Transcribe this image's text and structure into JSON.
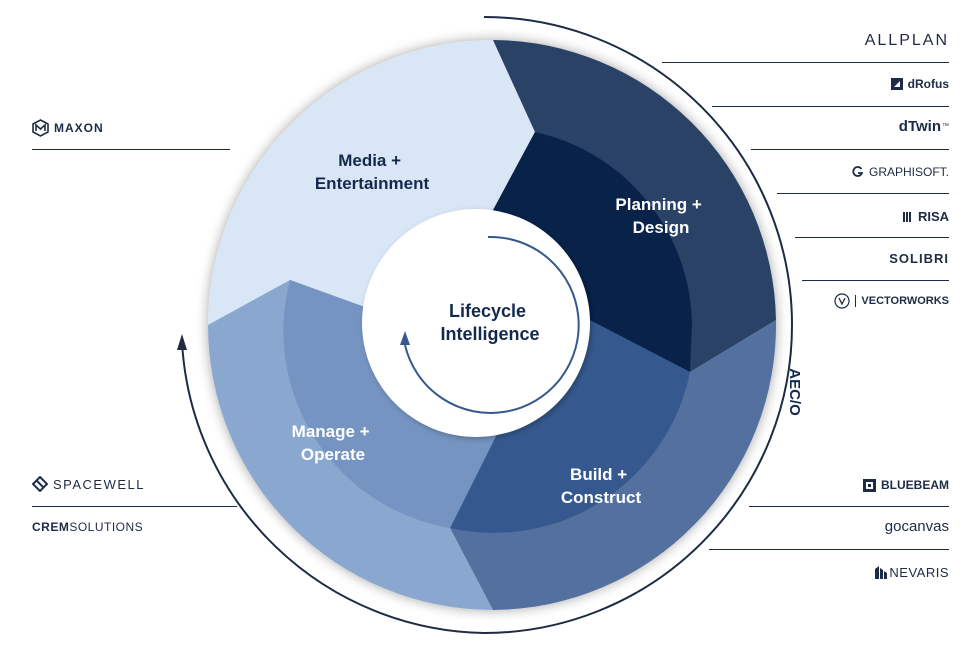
{
  "center": {
    "line1": "Lifecycle",
    "line2": "Intelligence"
  },
  "segments": {
    "media": {
      "line1": "Media +",
      "line2": "Entertainment"
    },
    "planning": {
      "line1": "Planning +",
      "line2": "Design"
    },
    "build": {
      "line1": "Build +",
      "line2": "Construct"
    },
    "manage": {
      "line1": "Manage +",
      "line2": "Operate"
    }
  },
  "aeco_label": "AEC/O",
  "logos_left": {
    "maxon": "MAXON",
    "spacewell": "SPACEWELL",
    "crem_a": "CREM",
    "crem_b": "SOLUTIONS"
  },
  "logos_right": {
    "allplan": "ALLPLAN",
    "drofus": "dRofus",
    "dtwin": "dTwin",
    "dtwin_tm": "™",
    "graphisoft": "GRAPHISOFT.",
    "risa": "RISA",
    "solibri": "SOLIBRI",
    "vectorworks": "VECTORWORKS",
    "bluebeam": "BLUEBEAM",
    "gocanvas": "gocanvas",
    "nevaris": "NEVARIS"
  },
  "colors": {
    "media": "#d9e6f6",
    "media_inner": "#e3edf9",
    "planning": "#2c4266",
    "planning_inner": "#08224a",
    "build": "#52709f",
    "build_inner": "#35598f",
    "manage": "#8aa7cf",
    "manage_inner": "#7594c1",
    "outline": "#1d2b45"
  },
  "icons": [
    "maxon-icon",
    "spacewell-icon",
    "drofus-icon",
    "graphisoft-icon",
    "risa-icon",
    "vectorworks-icon",
    "bluebeam-icon",
    "nevaris-icon",
    "cycle-arrow-icon"
  ]
}
